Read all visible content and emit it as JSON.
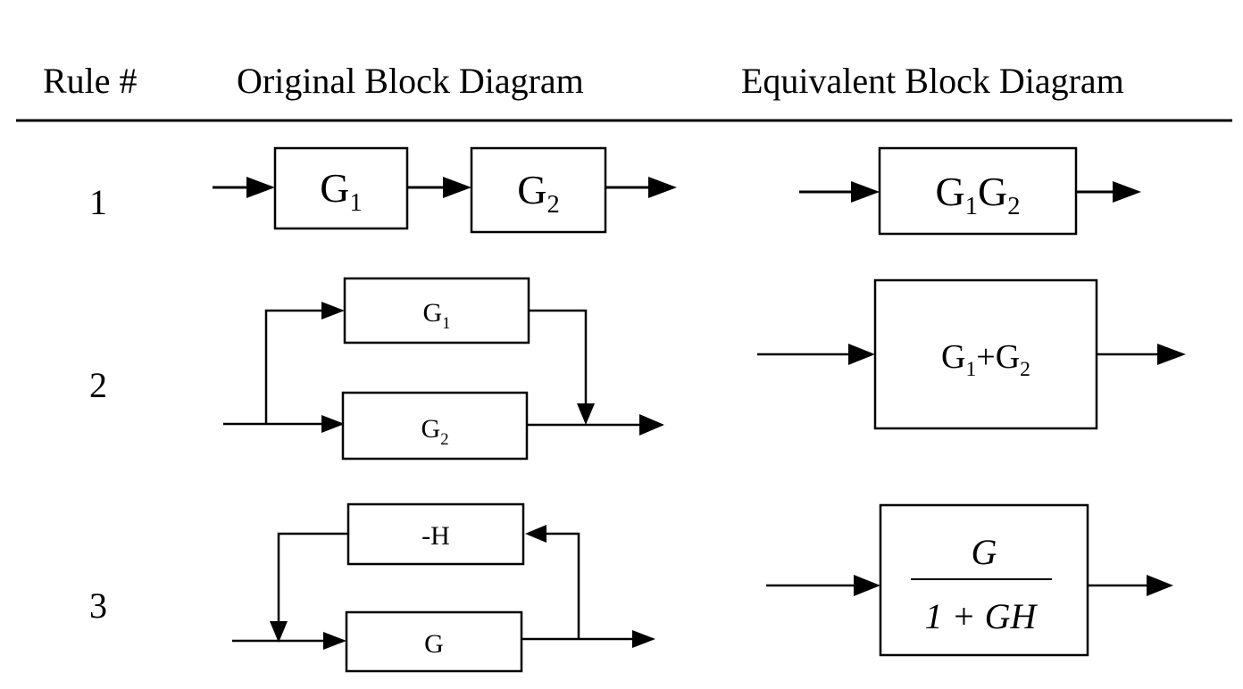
{
  "header": {
    "rule_col": "Rule #",
    "original_col": "Original Block Diagram",
    "equivalent_col": "Equivalent Block Diagram"
  },
  "rules": [
    {
      "number": "1",
      "original": {
        "block_a": "G1",
        "block_b": "G2"
      },
      "equivalent": {
        "block": "G1G2"
      }
    },
    {
      "number": "2",
      "original": {
        "block_top": "G1",
        "block_bottom": "G2"
      },
      "equivalent": {
        "block": "G1+G2"
      }
    },
    {
      "number": "3",
      "original": {
        "feedback_block": "-H",
        "forward_block": "G"
      },
      "equivalent": {
        "numerator": "G",
        "denominator": "1 + GH"
      }
    }
  ]
}
